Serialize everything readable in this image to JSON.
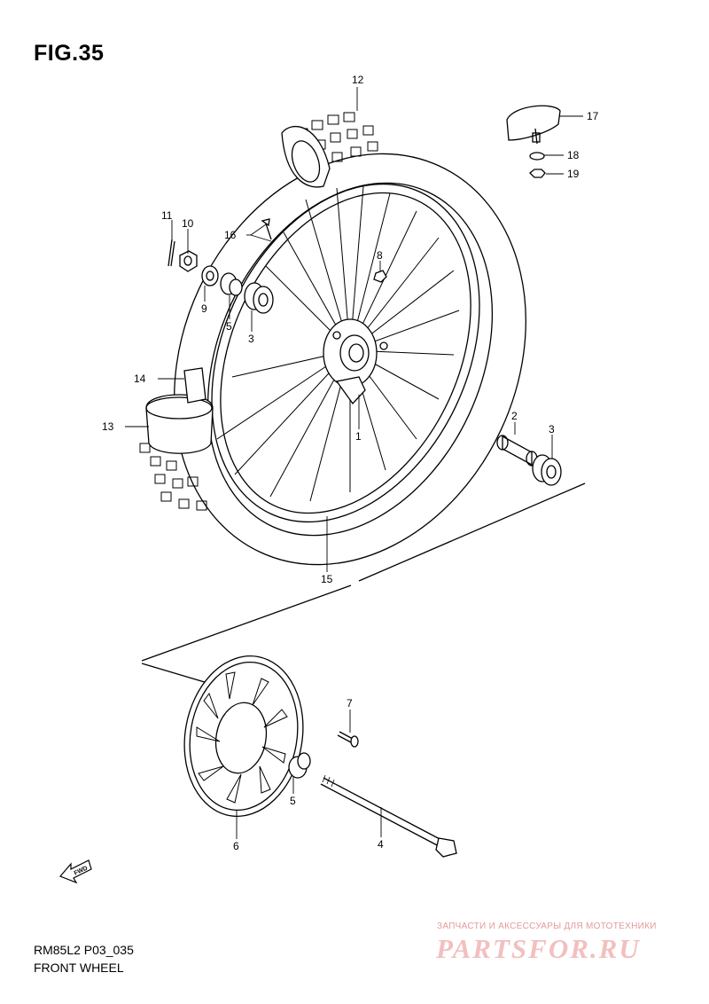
{
  "figure": {
    "title": "FIG.35",
    "model_code": "RM85L2 P03_035",
    "name": "FRONT WHEEL"
  },
  "callouts": {
    "c1": "1",
    "c2": "2",
    "c3a": "3",
    "c3b": "3",
    "c4": "4",
    "c5a": "5",
    "c5b": "5",
    "c6": "6",
    "c7": "7",
    "c8": "8",
    "c9": "9",
    "c10": "10",
    "c11": "11",
    "c12": "12",
    "c13": "13",
    "c14": "14",
    "c15": "15",
    "c16": "16",
    "c17": "17",
    "c18": "18",
    "c19": "19"
  },
  "fwd_arrow": {
    "label": "FWD",
    "icon": "fwd-arrow-icon"
  },
  "watermark": {
    "tagline": "ЗАПЧАСТИ И АКСЕССУАРЫ ДЛЯ МОТОТЕХНИКИ",
    "brand": "PARTSFOR.RU",
    "color": "#f3bfbf"
  }
}
